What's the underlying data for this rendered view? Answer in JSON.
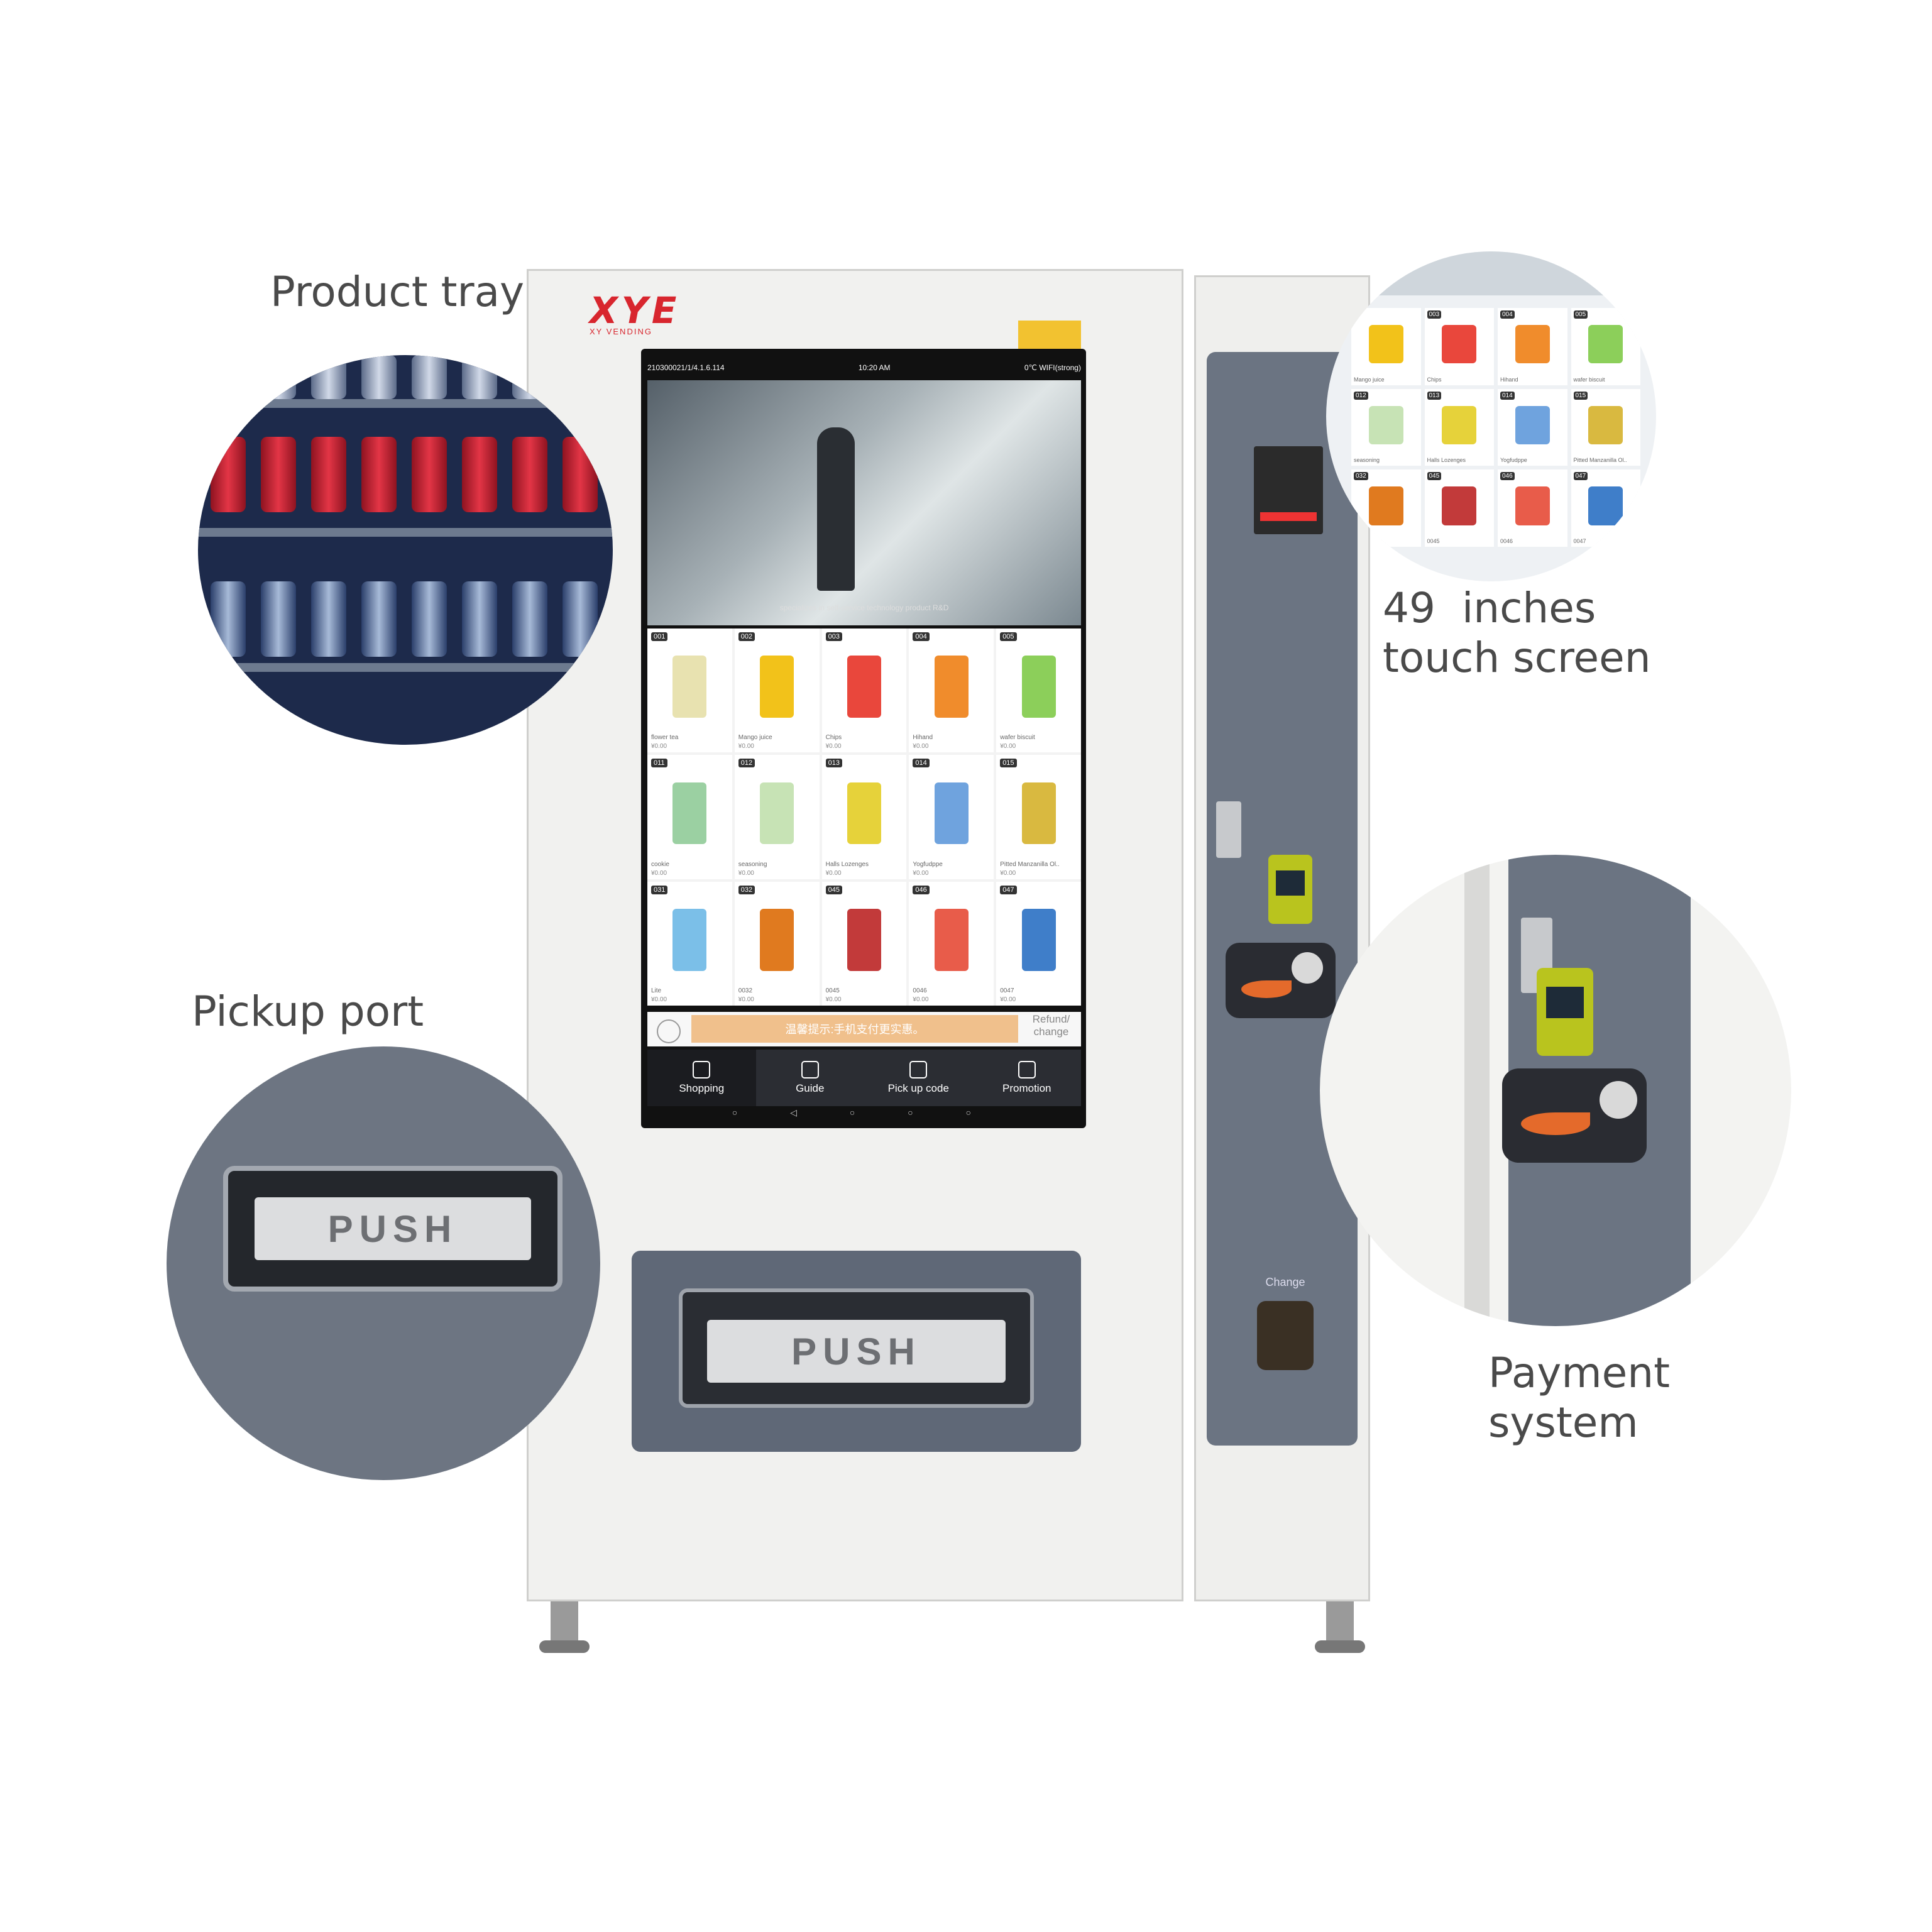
{
  "callouts": {
    "product_tray": "Product tray",
    "pickup_port": "Pickup port",
    "touch_screen_line1": "49  inches",
    "touch_screen_line2": "touch screen",
    "payment_line1": "Payment",
    "payment_line2": "system"
  },
  "brand": {
    "logo_text": "XYE",
    "logo_sub": "XY VENDING",
    "color": "#d8262e"
  },
  "screen": {
    "status_left": "210300021/1/4.1.6.114",
    "status_center": "10:20 AM",
    "status_right": "0℃  WIFI(strong)",
    "video_caption": "specializes in self-service technology product R&D",
    "products": [
      {
        "code": "001",
        "name": "flower tea",
        "price": "¥0.00",
        "color": "#e8e2b0"
      },
      {
        "code": "002",
        "name": "Mango juice",
        "price": "¥0.00",
        "color": "#f2c21a"
      },
      {
        "code": "003",
        "name": "Chips",
        "price": "¥0.00",
        "color": "#e9473c"
      },
      {
        "code": "004",
        "name": "Hihand",
        "price": "¥0.00",
        "color": "#f08c2c"
      },
      {
        "code": "005",
        "name": "wafer biscuit",
        "price": "¥0.00",
        "color": "#8ccf5a"
      },
      {
        "code": "011",
        "name": "cookie",
        "price": "¥0.00",
        "color": "#9bd0a2"
      },
      {
        "code": "012",
        "name": "seasoning",
        "price": "¥0.00",
        "color": "#c7e3b5"
      },
      {
        "code": "013",
        "name": "Halls Lozenges",
        "price": "¥0.00",
        "color": "#e6d23a"
      },
      {
        "code": "014",
        "name": "Yogfudppe",
        "price": "¥0.00",
        "color": "#6fa3de"
      },
      {
        "code": "015",
        "name": "Pitted Manzanilla Ol..",
        "price": "¥0.00",
        "color": "#d9b940"
      },
      {
        "code": "031",
        "name": "Lite",
        "price": "¥0.00",
        "color": "#7bbfe8"
      },
      {
        "code": "032",
        "name": "0032",
        "price": "¥0.00",
        "color": "#e07a1f"
      },
      {
        "code": "045",
        "name": "0045",
        "price": "¥0.00",
        "color": "#c23a3a"
      },
      {
        "code": "046",
        "name": "0046",
        "price": "¥0.00",
        "color": "#e85c4a"
      },
      {
        "code": "047",
        "name": "0047",
        "price": "¥0.00",
        "color": "#3f7ec9"
      }
    ],
    "notice": "温馨提示:手机支付更实惠。",
    "refund_line1": "Refund/",
    "refund_line2": "change",
    "nav": [
      {
        "label": "Shopping",
        "icon": "bag-icon"
      },
      {
        "label": "Guide",
        "icon": "hand-icon"
      },
      {
        "label": "Pick up code",
        "icon": "box-icon"
      },
      {
        "label": "Promotion",
        "icon": "gift-icon"
      }
    ],
    "system_nav": "○ ◁ ○ ○ ○"
  },
  "pickup": {
    "push_label": "PUSH"
  },
  "payment": {
    "change_label": "Change"
  },
  "zoom_screen": {
    "codes_row1": [
      "",
      "003",
      "004",
      "005"
    ],
    "codes_row2": [
      "012",
      "013",
      "014",
      "015"
    ],
    "codes_row3": [
      "032",
      "045",
      "046",
      "047"
    ],
    "names_row1": [
      "Mango juice",
      "Chips",
      "Hihand",
      "wafer biscuit"
    ],
    "names_row2": [
      "seasoning",
      "Halls Lozenges",
      "Yogfudppe",
      "Pitted Manzanilla Ol.."
    ],
    "names_row3": [
      "",
      "0045",
      "0046",
      "0047"
    ]
  }
}
